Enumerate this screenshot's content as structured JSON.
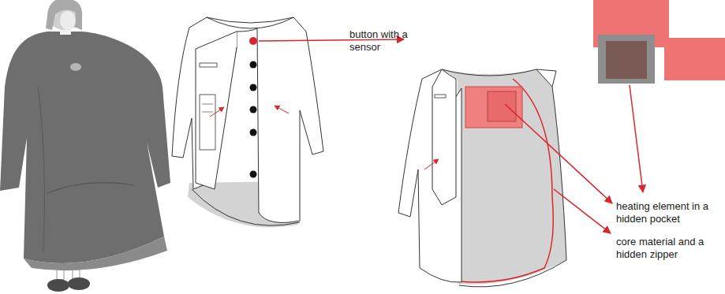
{
  "diagram": {
    "labels": [
      "button with a sensor",
      "heating element in a hidden pocket",
      "core material and a hidden zipper"
    ]
  }
}
